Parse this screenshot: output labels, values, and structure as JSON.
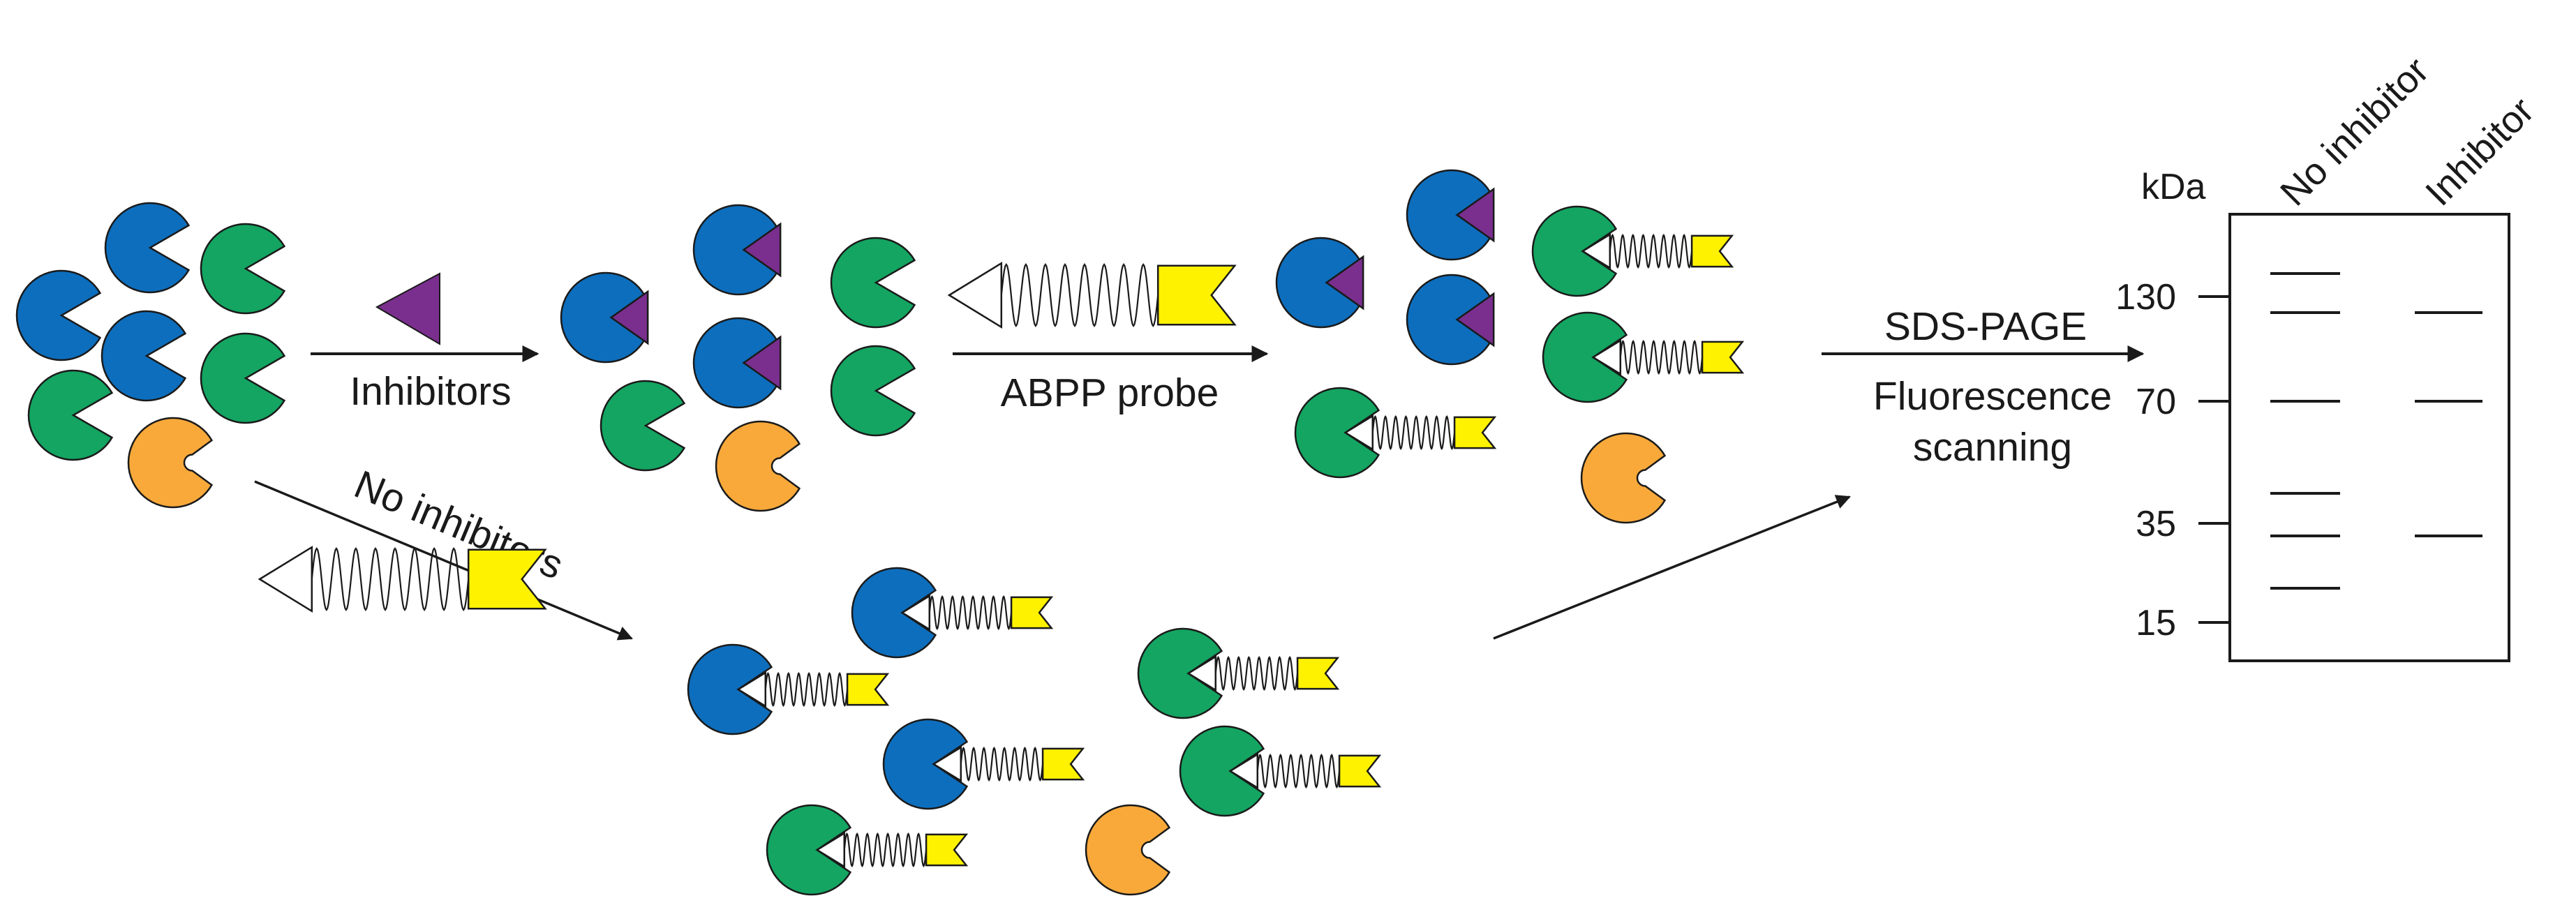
{
  "colors": {
    "blue": "#0d6ebd",
    "green": "#13a561",
    "orange": "#f8a93a",
    "purple": "#7a2f8e",
    "yellow": "#fff200",
    "line": "#1a1a1a"
  },
  "steps": {
    "inhibitors": "Inhibitors",
    "abpp_probe": "ABPP probe",
    "no_inhibitors": "No inhibitors",
    "sds_page": "SDS-PAGE",
    "fluorescence": "Fluorescence",
    "scanning": "scanning"
  },
  "gel": {
    "unit": "kDa",
    "markers": [
      "130",
      "70",
      "35",
      "15"
    ],
    "lanes": [
      "No inhibitor",
      "Inhibitor"
    ]
  }
}
